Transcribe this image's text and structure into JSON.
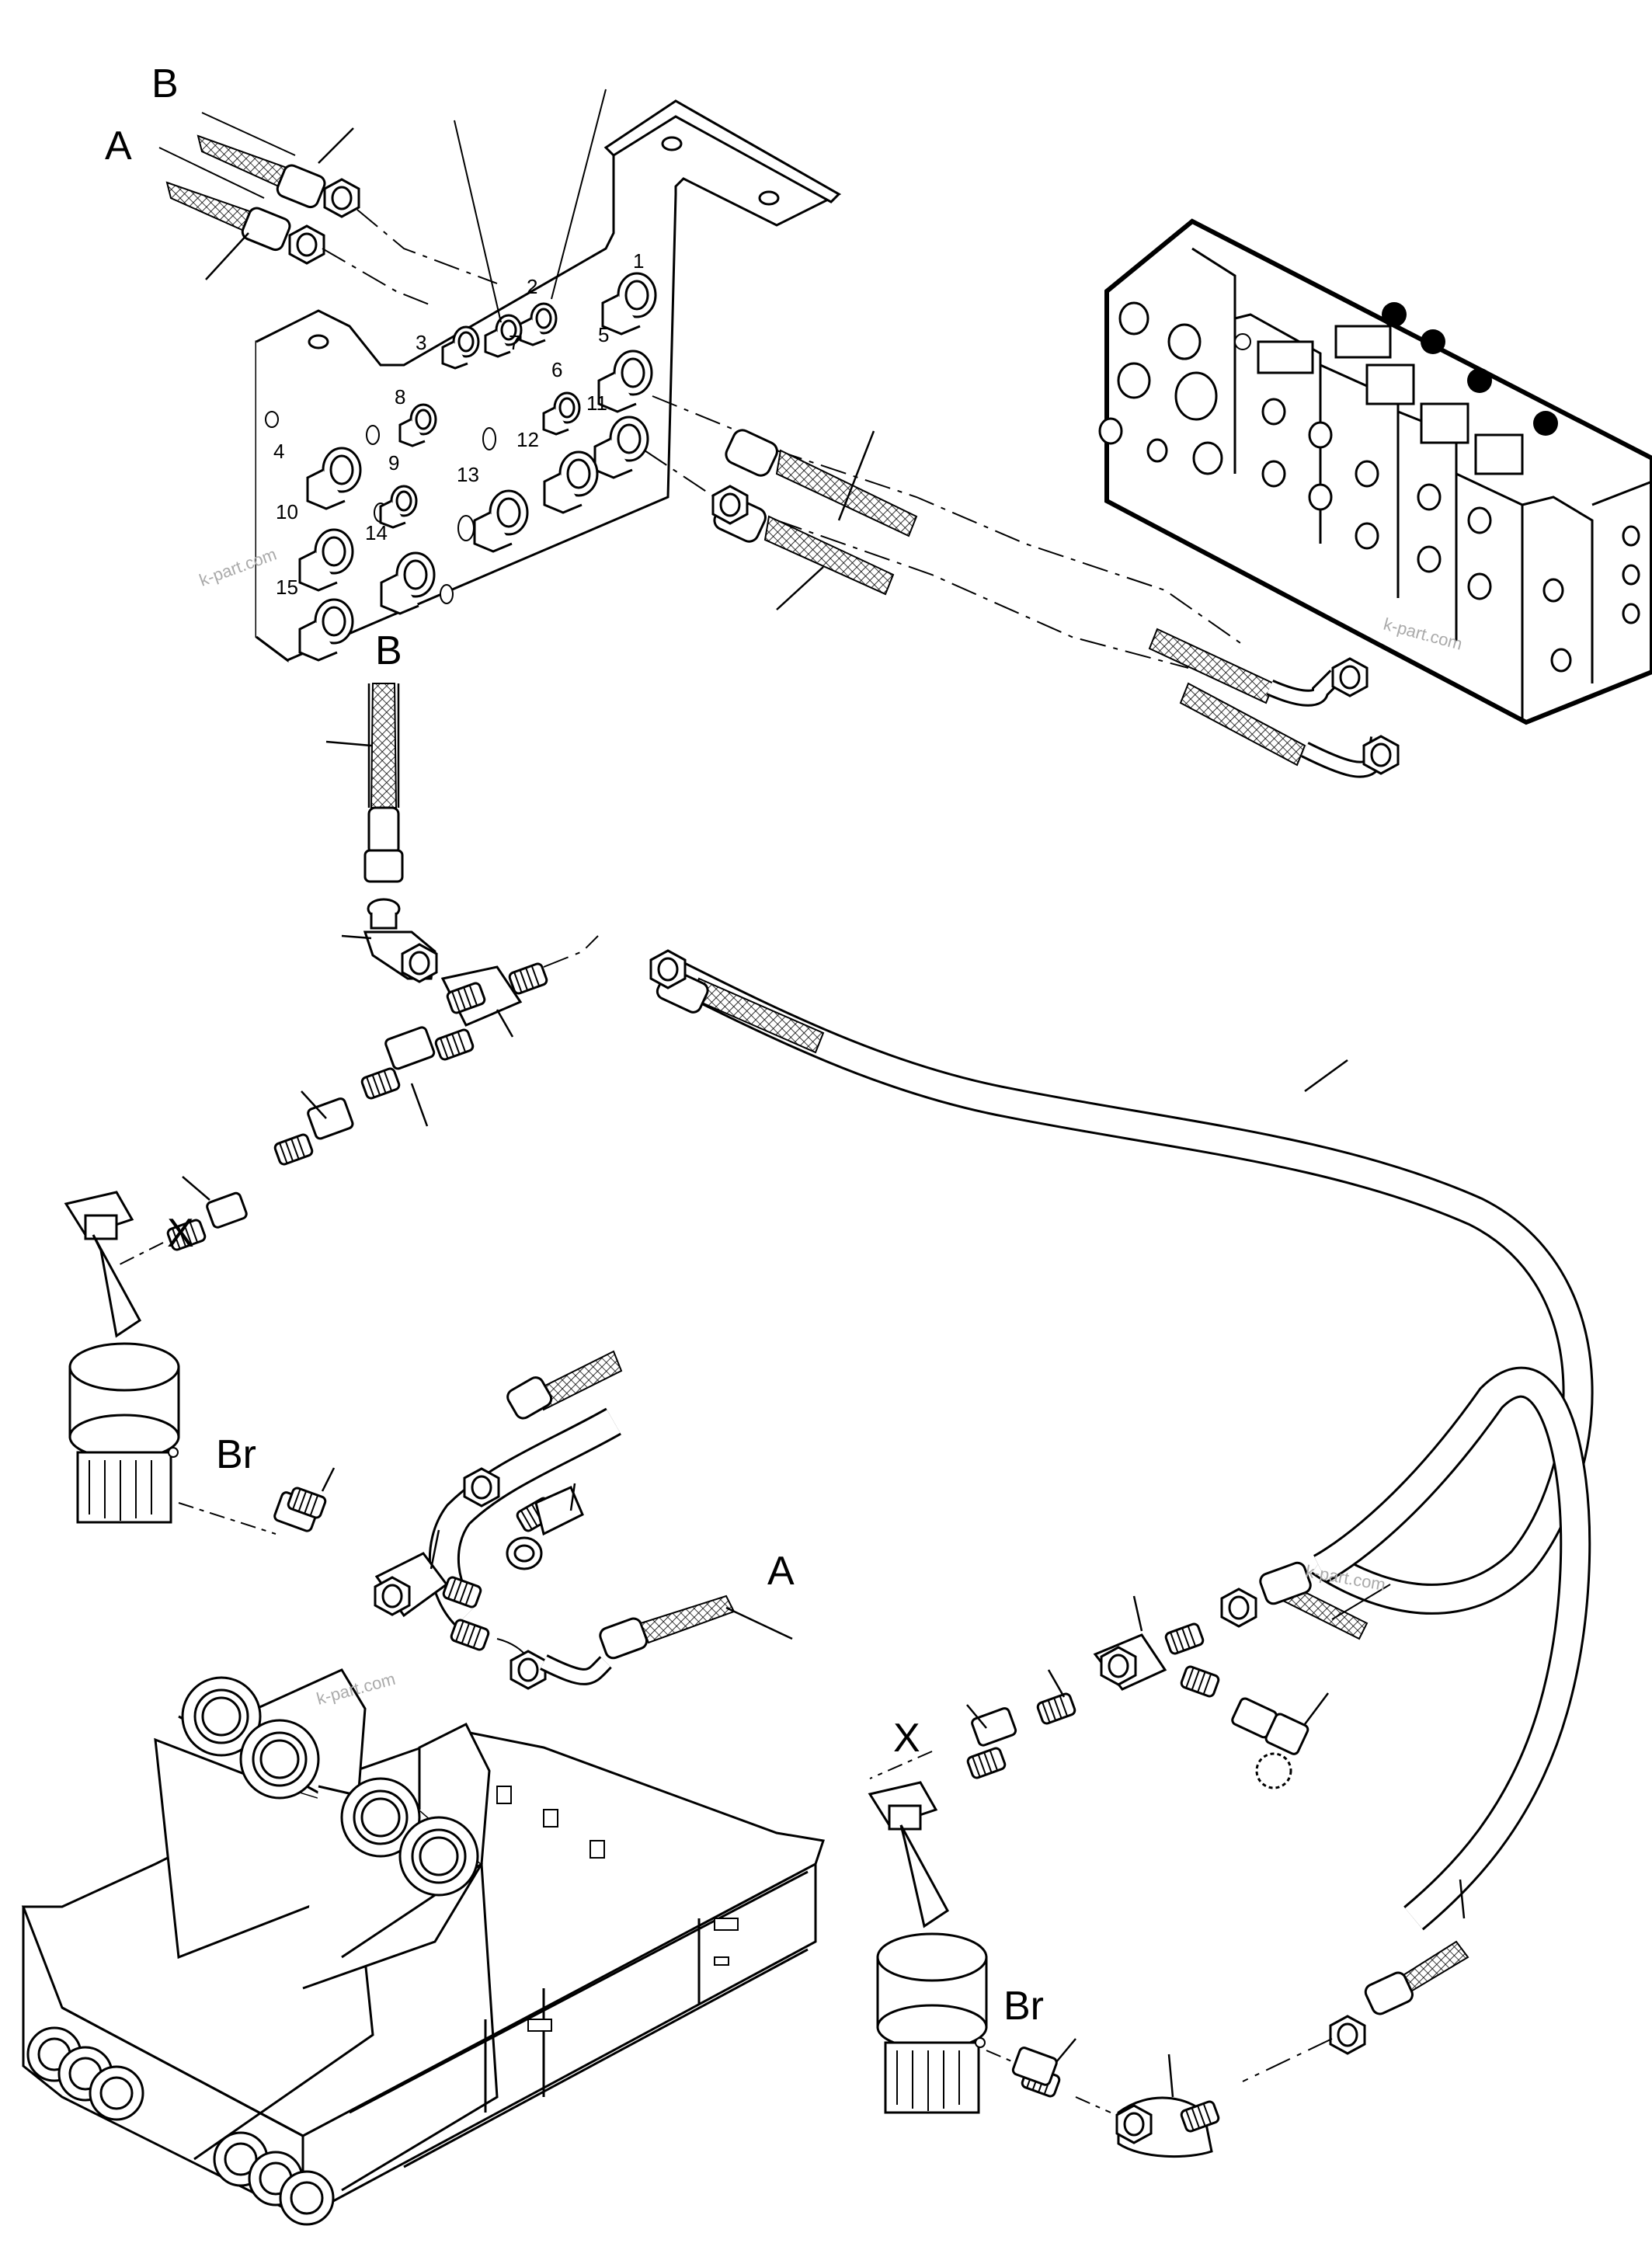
{
  "callouts": {
    "B_top": "B",
    "A_top": "A",
    "B_mid": "B",
    "X_left": "X",
    "Br_left": "Br",
    "A_lower": "A",
    "X_right": "X",
    "Br_right": "Br"
  },
  "port_numbers": [
    "1",
    "2",
    "3",
    "4",
    "5",
    "6",
    "7",
    "8",
    "9",
    "10",
    "11",
    "12",
    "13",
    "14",
    "15"
  ],
  "watermarks": {
    "wm1": "k-part.com",
    "wm2": "k-part.com",
    "wm3": "k-part.com",
    "wm4": "k-part.com"
  }
}
